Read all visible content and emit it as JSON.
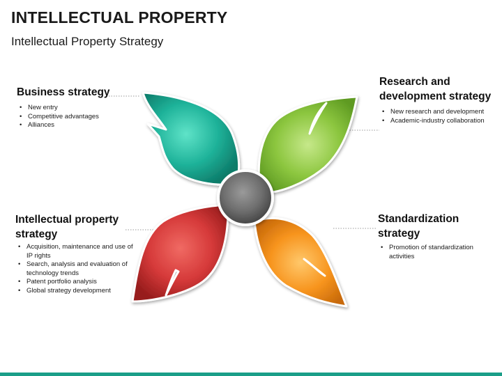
{
  "header": {
    "title": "INTELLECTUAL PROPERTY",
    "subtitle": "Intellectual Property Strategy"
  },
  "colors": {
    "business": "#1fb39a",
    "research": "#8cc63f",
    "ip": "#d63a3a",
    "standardization": "#f7941d",
    "center": "#6d6d6d",
    "accent_bar": "#1b9e88"
  },
  "blocks": {
    "business": {
      "title": "Business strategy",
      "items": [
        "New entry",
        "Competitive advantages",
        "Alliances"
      ]
    },
    "research": {
      "title_line1": "Research and",
      "title_line2": "development strategy",
      "items": [
        "New research and development",
        "Academic-industry collaboration"
      ]
    },
    "ip": {
      "title_line1": "Intellectual property",
      "title_line2": "strategy",
      "items": [
        "Acquisition, maintenance and use of IP rights",
        "Search, analysis and evaluation of technology trends",
        "Patent portfolio analysis",
        "Global strategy development"
      ]
    },
    "standardization": {
      "title_line1": "Standardization",
      "title_line2": "strategy",
      "items": [
        "Promotion of standardization activities"
      ]
    }
  }
}
